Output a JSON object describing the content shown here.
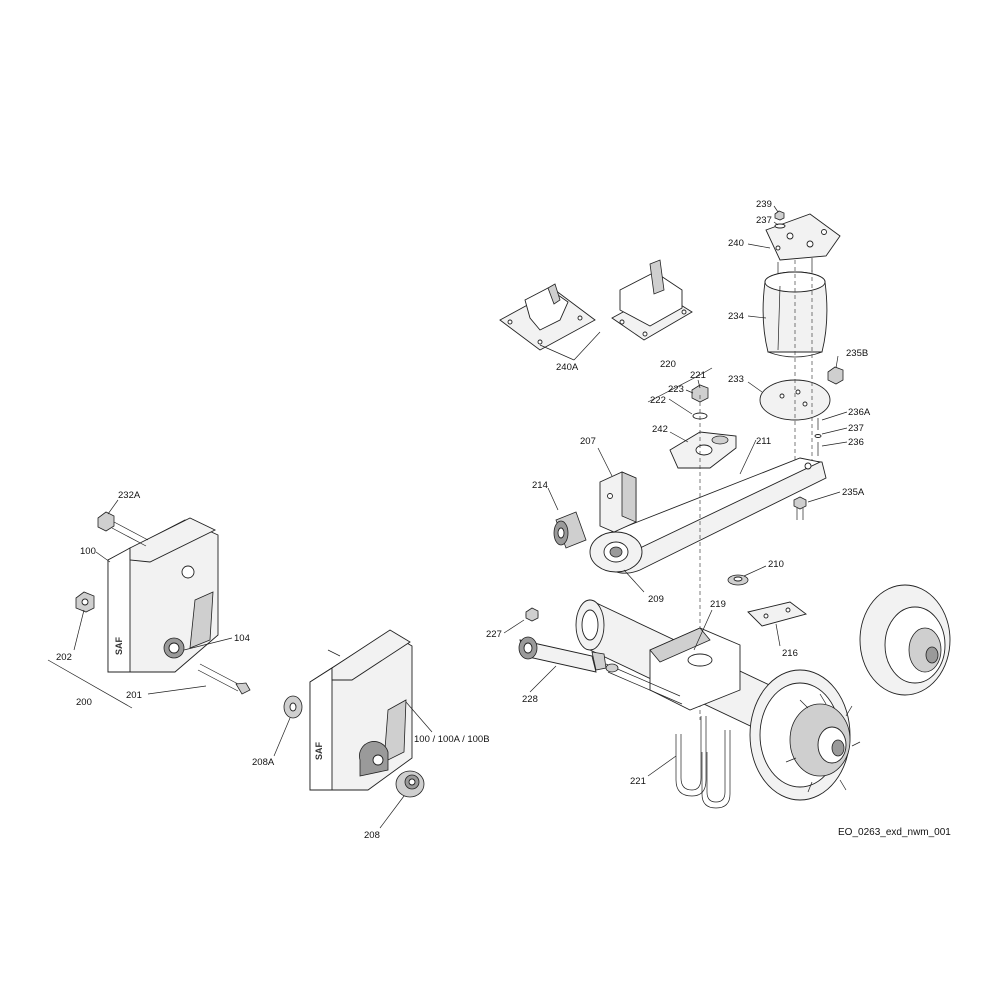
{
  "drawing_id": "EO_0263_exd_nwm_001",
  "logo_text": "SAF",
  "labels": {
    "l239": "239",
    "l237a": "237",
    "l240": "240",
    "l234": "234",
    "l240A": "240A",
    "l235B": "235B",
    "l220": "220",
    "l221a": "221",
    "l223": "223",
    "l222": "222",
    "l233": "233",
    "l236A": "236A",
    "l237b": "237",
    "l236": "236",
    "l242": "242",
    "l211": "211",
    "l207": "207",
    "l214": "214",
    "l235A": "235A",
    "l232A": "232A",
    "l100": "100",
    "l209": "209",
    "l210": "210",
    "l219": "219",
    "l202": "202",
    "l104": "104",
    "l227": "227",
    "l216": "216",
    "l200": "200",
    "l201": "201",
    "l228": "228",
    "l100set": "100 / 100A / 100B",
    "l208A": "208A",
    "l221b": "221",
    "l208": "208"
  }
}
